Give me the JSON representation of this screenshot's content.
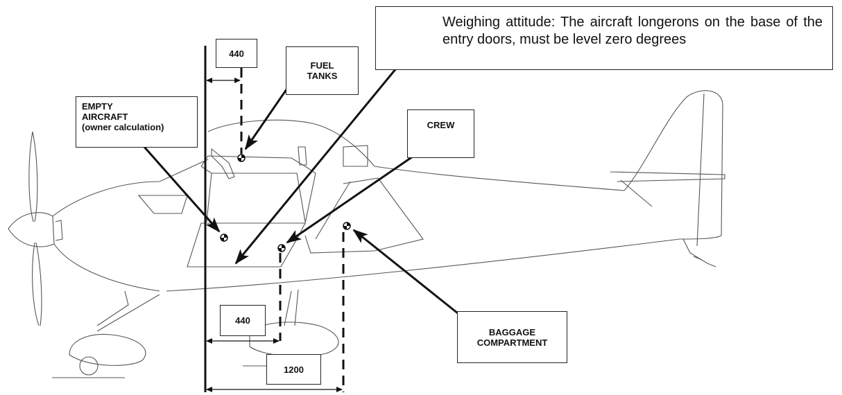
{
  "note": {
    "text": "Weighing attitude: The aircraft longerons on the base of the entry doors, must be level zero degrees"
  },
  "labels": {
    "fuel_tanks_1": "FUEL",
    "fuel_tanks_2": "TANKS",
    "empty_aircraft_1": "EMPTY",
    "empty_aircraft_2": "AIRCRAFT",
    "empty_aircraft_3": "(owner calculation)",
    "crew": "CREW",
    "baggage_1": "BAGGAGE",
    "baggage_2": "COMPARTMENT"
  },
  "dimensions": {
    "fuel_arm": "440",
    "crew_arm": "440",
    "baggage_arm": "1200"
  },
  "colors": {
    "line": "#111111",
    "outline": "#555555"
  }
}
